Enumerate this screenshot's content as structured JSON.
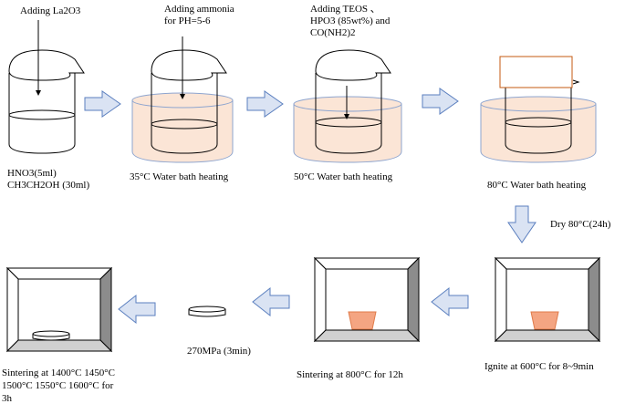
{
  "steps": [
    {
      "id": "step1",
      "top_label": "Adding La2O3",
      "bottom_lines": [
        "HNO3(5ml)",
        "CH3CH2OH (30ml)"
      ]
    },
    {
      "id": "step2",
      "top_lines": [
        "Adding ammonia",
        "for PH=5-6"
      ],
      "bottom_label": "35°C Water bath heating"
    },
    {
      "id": "step3",
      "top_lines": [
        "Adding TEOS 、",
        "HPO3 (85wt%) and",
        "CO(NH2)2"
      ],
      "bottom_label": "50°C Water bath heating"
    },
    {
      "id": "step4",
      "bottom_label": "80°C Water bath heating"
    },
    {
      "id": "dry",
      "label": "Dry 80°C(24h)"
    },
    {
      "id": "ignite",
      "label": "Ignite at 600°C for 8~9min"
    },
    {
      "id": "sinter800",
      "label": "Sintering at 800°C for 12h"
    },
    {
      "id": "press",
      "label": "270MPa (3min)"
    },
    {
      "id": "sinterfinal",
      "lines": [
        "Sintering at 1400°C 1450°C",
        "1500°C 1550°C 1600°C for",
        "3h"
      ]
    }
  ],
  "colors": {
    "water_fill": "#fbe5d6",
    "water_stroke": "#8ea5cf",
    "arrow_fill": "#dae3f3",
    "arrow_stroke": "#5b7fbf",
    "crucible": "#f4a582",
    "furnace_side": "#8c8c8c",
    "furnace_floor": "#d0d0d0",
    "lid_stroke": "#c55a11"
  }
}
